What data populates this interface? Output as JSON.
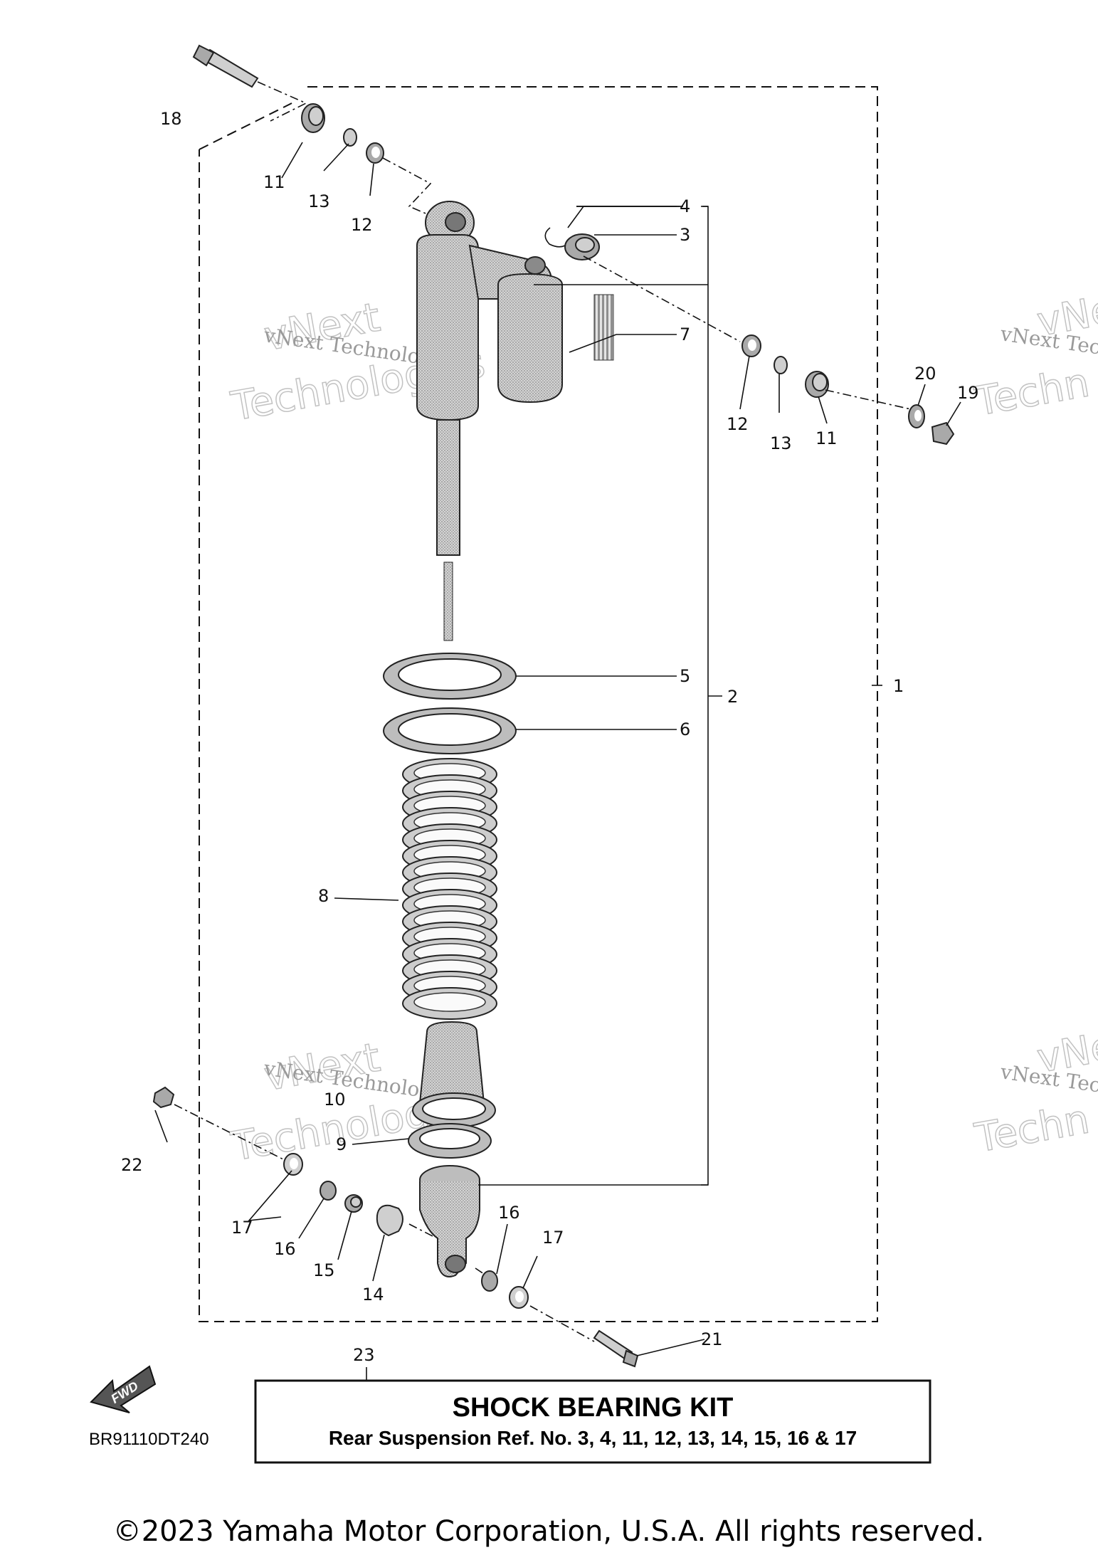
{
  "callouts": [
    {
      "id": "c1",
      "text": "1"
    },
    {
      "id": "c2",
      "text": "2"
    },
    {
      "id": "c3",
      "text": "3"
    },
    {
      "id": "c4",
      "text": "4"
    },
    {
      "id": "c5",
      "text": "5"
    },
    {
      "id": "c6",
      "text": "6"
    },
    {
      "id": "c7",
      "text": "7"
    },
    {
      "id": "c8",
      "text": "8"
    },
    {
      "id": "c9",
      "text": "9"
    },
    {
      "id": "c10",
      "text": "10"
    },
    {
      "id": "c11a",
      "text": "11"
    },
    {
      "id": "c11b",
      "text": "11"
    },
    {
      "id": "c12a",
      "text": "12"
    },
    {
      "id": "c12b",
      "text": "12"
    },
    {
      "id": "c13a",
      "text": "13"
    },
    {
      "id": "c13b",
      "text": "13"
    },
    {
      "id": "c14",
      "text": "14"
    },
    {
      "id": "c15",
      "text": "15"
    },
    {
      "id": "c16a",
      "text": "16"
    },
    {
      "id": "c16b",
      "text": "16"
    },
    {
      "id": "c17a",
      "text": "17"
    },
    {
      "id": "c17b",
      "text": "17"
    },
    {
      "id": "c18",
      "text": "18"
    },
    {
      "id": "c19",
      "text": "19"
    },
    {
      "id": "c20",
      "text": "20"
    },
    {
      "id": "c21",
      "text": "21"
    },
    {
      "id": "c22",
      "text": "22"
    },
    {
      "id": "c23",
      "text": "23"
    }
  ],
  "watermark": {
    "small": "vNext Technologies",
    "small_cut": "vNext Tec",
    "big_line1": "vNext",
    "big_line2": "Technologies",
    "big_cut1": "vNe",
    "big_cut2": "Techn"
  },
  "kit_box": {
    "title": "SHOCK BEARING KIT",
    "subtitle": "Rear Suspension Ref. No. 3, 4, 11, 12, 13, 14, 15, 16 & 17"
  },
  "fwd_label": "FWD",
  "diagram_code": "BR91110DT240",
  "copyright": "©2023 Yamaha Motor Corporation, U.S.A. All rights reserved."
}
